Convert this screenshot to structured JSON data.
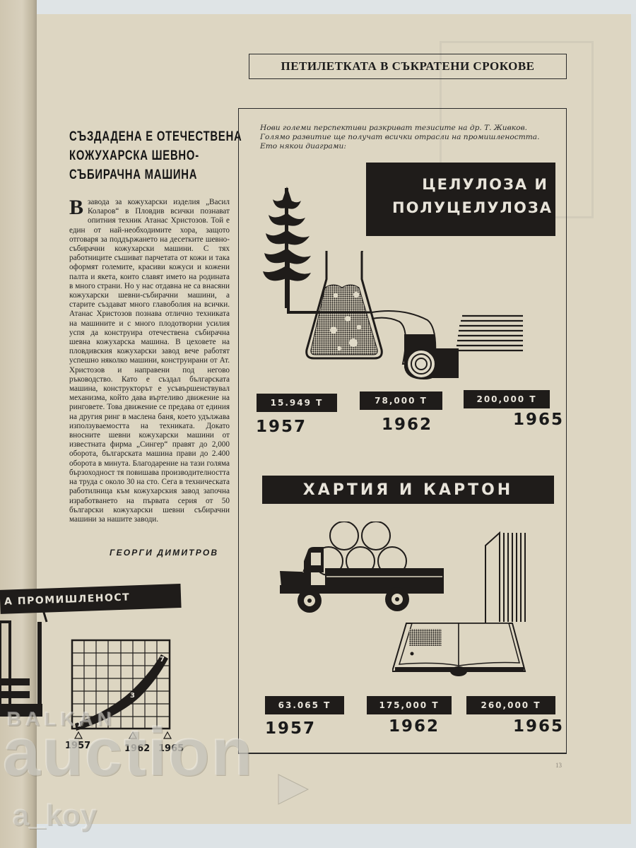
{
  "section_header": "ПЕТИЛЕТКАТА В СЪКРАТЕНИ СРОКОВЕ",
  "article": {
    "headline_lines": [
      "СЪЗДАДЕНА Е ОТЕЧЕСТВЕНА",
      "КОЖУХАРСКА ШЕВНО-",
      "СЪБИРАЧНА МАШИНА"
    ],
    "dropcap": "В",
    "body": " завода за кожухарски изделия „Васил Коларов“ в Пловдив всички познават опитния техник Атанас Христозов. Той е един от най-необходимите хора, защото отговаря за поддържането на десетките шевно-събирачни кожухарски машини. С тях работниците съшиват парчетата от кожи и така оформят големите, красиви кожуси и кожени палта и якета, които славят името на родината в много страни. Но у нас отдавна не са внасяни кожухарски шевни-събирачни машини, а старите създават много главоболия на всички. Атанас Христозов познава отлично техниката на машините и с много плодотворни усилия успя да конструира отечествена събирачна шевна кожухарска машина. В цеховете на пловдивския кожухарски завод вече работят успешно няколко машини, конструирани от Ат. Христозов и направени под негово ръководство. Като е създал българската машина, конструкторът е усъвършенствувал механизма, който дава въртеливо движение на ринговете. Това движение се предава от единия на другия ринг в маслена баня, което удължава използуваемостта на техниката. Докато вносните шевни кожухарски машини от известната фирма „Сингер“ правят до 2,000 оборота, българската машина прави до 2.400 оборота в минута. Благодарение на тази голяма бързоходност тя повишава производителността на труда с около 30 на сто. Сега в техническата работилница към кожухарския завод започна изработването на първата серия от 50 български кожухарски шевни събирачни машини за нашите заводи.",
    "byline": "ГЕОРГИ ДИМИТРОВ"
  },
  "infographic": {
    "intro": "Нови големи перспективи разкриват тезисите на др. Т. Живков. Голямо развитие ще получат всички отрасли на промишлеността. Ето някои диаграми:",
    "cellulose": {
      "title_lines": [
        "ЦЕЛУЛОЗА И",
        "ПОЛУЦЕЛУЛОЗА"
      ],
      "icons": [
        "tree-icon",
        "flask-icon",
        "paper-roll-icon"
      ]
    },
    "paper": {
      "title": "ХАРТИЯ И КАРТОН",
      "icons": [
        "truck-icon",
        "paper-rolls-icon",
        "open-book-icon",
        "stacked-sheets-icon"
      ]
    }
  },
  "chart_data": [
    {
      "type": "bar",
      "title": "ЦЕЛУЛОЗА И ПОЛУЦЕЛУЛОЗА",
      "categories": [
        "1957",
        "1962",
        "1965"
      ],
      "labels": [
        "15.949 Т",
        "78,000 Т",
        "200,000 Т"
      ],
      "values": [
        15949,
        78000,
        200000
      ],
      "unit": "Т"
    },
    {
      "type": "bar",
      "title": "ХАРТИЯ И КАРТОН",
      "categories": [
        "1957",
        "1962",
        "1965"
      ],
      "labels": [
        "63.065 Т",
        "175,000 Т",
        "260,000 Т"
      ],
      "values": [
        63065,
        175000,
        260000
      ],
      "unit": "Т"
    },
    {
      "type": "line",
      "title": "...А ПРОМИШЛЕНОСТ",
      "x": [
        "1957",
        "1962",
        "1965"
      ],
      "point_labels": [
        "1",
        "3",
        "7"
      ],
      "values": [
        1,
        3,
        7
      ],
      "grid": true
    }
  ],
  "side_fragment": {
    "banner": "А ПРОМИШЛЕНОСТ",
    "years": [
      "1957",
      "1962",
      "1965"
    ]
  },
  "watermark": {
    "top": "BALKAN",
    "main": "auction",
    "user": "a_koy"
  },
  "colors": {
    "paper": "#ddd6c2",
    "ink": "#1f1c1a",
    "label_text": "#e8e4da",
    "background": "#dde3e6"
  }
}
